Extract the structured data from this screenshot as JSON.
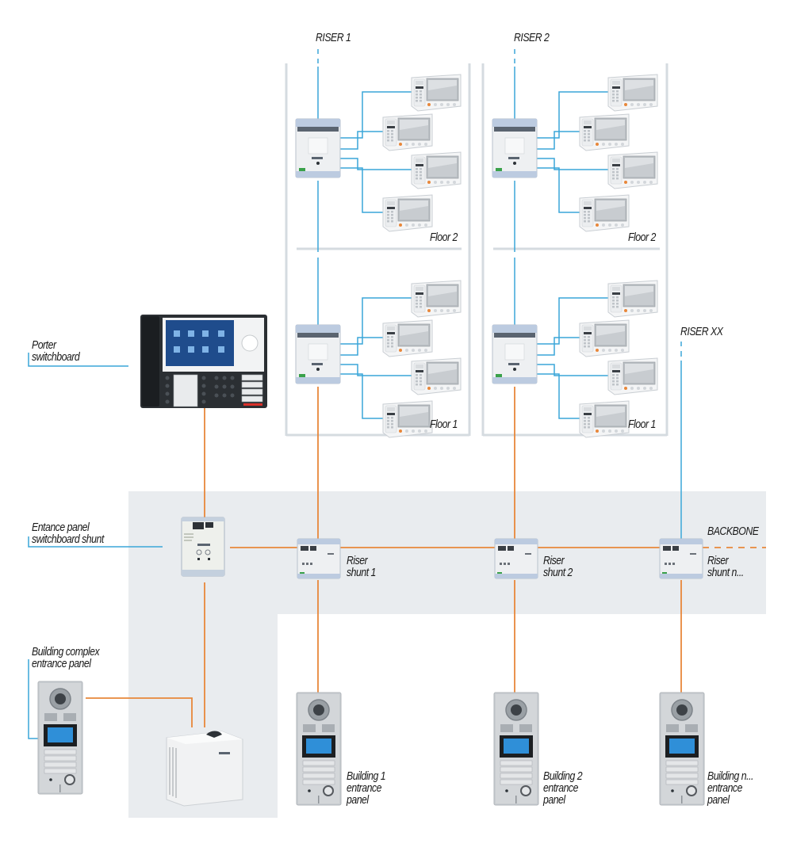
{
  "diagram": {
    "type": "video door-entry system wiring diagram",
    "colors": {
      "riser_line": "#3aa6d9",
      "backbone_line": "#e8873a",
      "backbone_band": "#e9ecef",
      "column_frame": "#d5dbe0",
      "label_text": "#1a1a1a"
    },
    "risers": [
      {
        "id": "riser-1",
        "label": "RISER 1",
        "floors": [
          {
            "label": "Floor 2",
            "devices": [
              "Internal monitor",
              "Internal monitor",
              "Internal monitor",
              "Internal monitor"
            ]
          },
          {
            "label": "Floor 1",
            "devices": [
              "Internal monitor",
              "Internal monitor",
              "Internal monitor",
              "Internal monitor"
            ]
          }
        ]
      },
      {
        "id": "riser-2",
        "label": "RISER 2",
        "floors": [
          {
            "label": "Floor 2",
            "devices": [
              "Internal monitor",
              "Internal monitor",
              "Internal monitor",
              "Internal monitor"
            ]
          },
          {
            "label": "Floor 1",
            "devices": [
              "Internal monitor",
              "Internal monitor",
              "Internal monitor",
              "Internal monitor"
            ]
          }
        ]
      },
      {
        "id": "riser-xx",
        "label": "RISER XX",
        "floors": []
      }
    ],
    "labels": {
      "porter_switchboard": [
        "Porter",
        "switchboard"
      ],
      "entrance_shunt": [
        "Entance panel",
        "switchboard shunt"
      ],
      "complex_panel": [
        "Building complex",
        "entrance panel"
      ],
      "backbone": "BACKBONE",
      "riser_shunts": [
        [
          "Riser",
          "shunt 1"
        ],
        [
          "Riser",
          "shunt 2"
        ],
        [
          "Riser",
          "shunt n..."
        ]
      ],
      "building_panels": [
        [
          "Building 1",
          "entrance",
          "panel"
        ],
        [
          "Building 2",
          "entrance",
          "panel"
        ],
        [
          "Building n...",
          "entrance",
          "panel"
        ]
      ]
    },
    "connections": [
      {
        "from": "Porter switchboard",
        "to": "Entance panel switchboard shunt",
        "type": "backbone"
      },
      {
        "from": "Entance panel switchboard shunt",
        "to": "Riser shunt 1",
        "type": "backbone"
      },
      {
        "from": "Riser shunt 1",
        "to": "Riser shunt 2",
        "type": "backbone"
      },
      {
        "from": "Riser shunt 2",
        "to": "Riser shunt n...",
        "type": "backbone"
      },
      {
        "from": "Riser shunt 1",
        "to": "RISER 1",
        "type": "backbone"
      },
      {
        "from": "Riser shunt 2",
        "to": "RISER 2",
        "type": "backbone"
      },
      {
        "from": "Riser shunt n...",
        "to": "RISER XX",
        "type": "riser"
      },
      {
        "from": "Riser shunt 1",
        "to": "Building 1 entrance panel",
        "type": "backbone"
      },
      {
        "from": "Riser shunt 2",
        "to": "Building 2 entrance panel",
        "type": "backbone"
      },
      {
        "from": "Riser shunt n...",
        "to": "Building n... entrance panel",
        "type": "backbone"
      },
      {
        "from": "Entance panel switchboard shunt",
        "to": "Power supply",
        "type": "backbone"
      },
      {
        "from": "Building complex entrance panel",
        "to": "Power supply",
        "type": "backbone"
      }
    ]
  }
}
